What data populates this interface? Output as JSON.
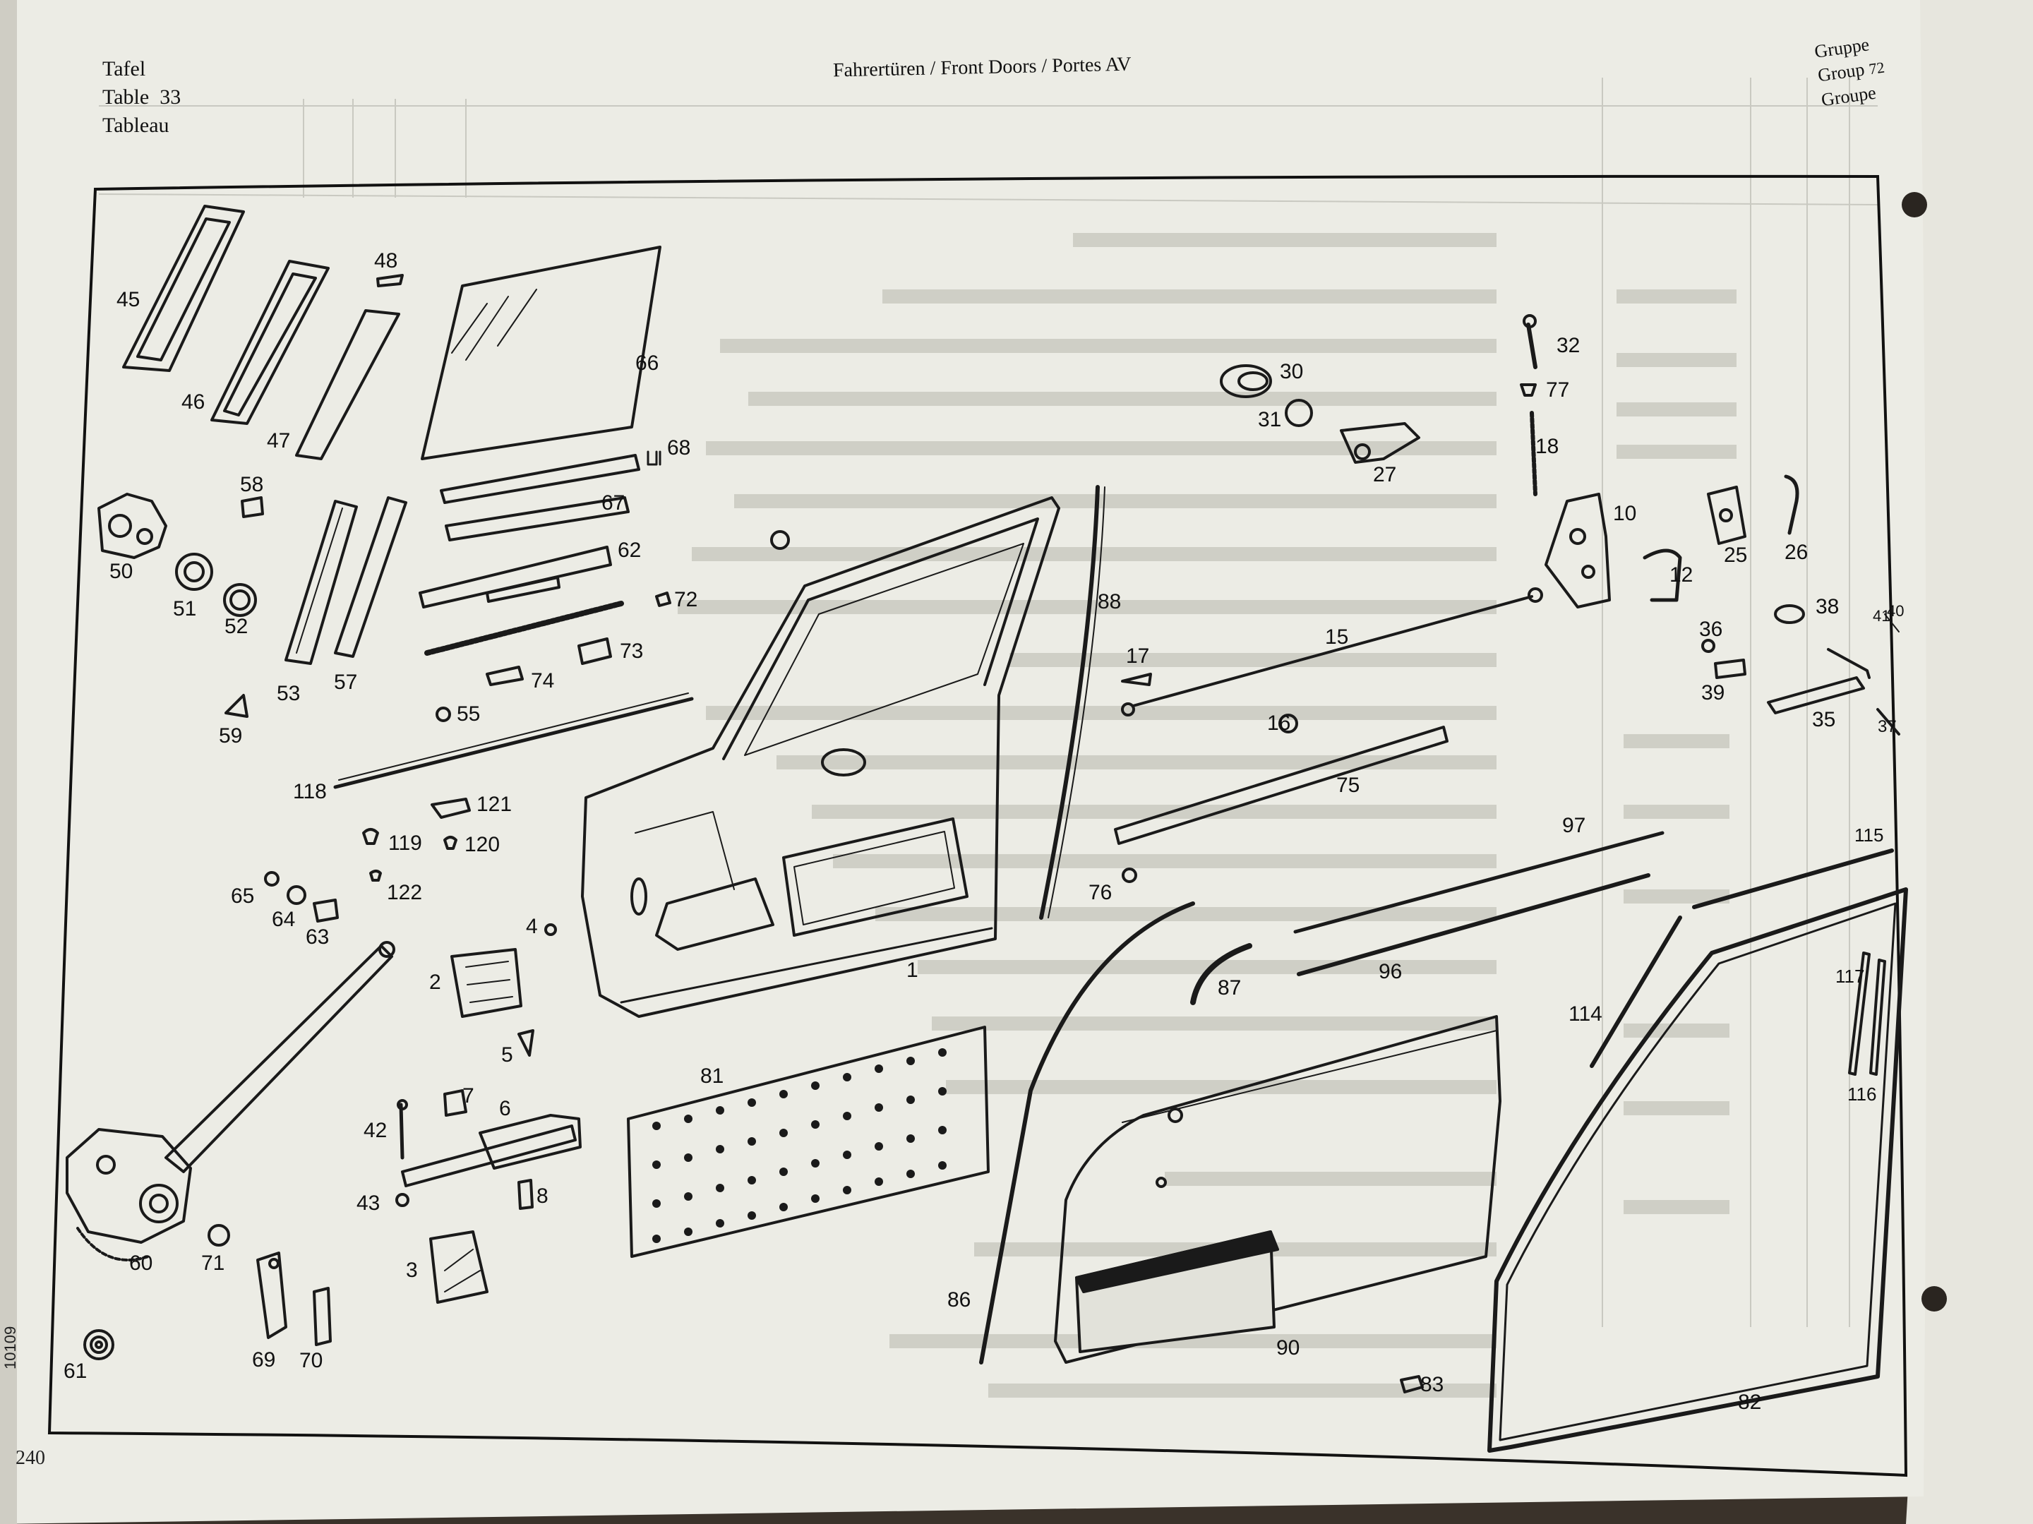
{
  "header": {
    "left": [
      "Tafel",
      "Table",
      "Tableau"
    ],
    "table_number": "33",
    "title": "Fahrertüren / Front Doors / Portes AV",
    "right": [
      "Gruppe",
      "Group",
      "Groupe"
    ],
    "group_number": "72"
  },
  "footer": {
    "page_number": "240",
    "side_code": "10109"
  },
  "diagram_labels": [
    {
      "id": "45"
    },
    {
      "id": "46"
    },
    {
      "id": "47"
    },
    {
      "id": "48"
    },
    {
      "id": "66"
    },
    {
      "id": "68"
    },
    {
      "id": "67"
    },
    {
      "id": "62"
    },
    {
      "id": "72"
    },
    {
      "id": "73"
    },
    {
      "id": "74"
    },
    {
      "id": "55"
    },
    {
      "id": "58"
    },
    {
      "id": "50"
    },
    {
      "id": "51"
    },
    {
      "id": "52"
    },
    {
      "id": "53"
    },
    {
      "id": "57"
    },
    {
      "id": "59"
    },
    {
      "id": "118"
    },
    {
      "id": "121"
    },
    {
      "id": "119"
    },
    {
      "id": "120"
    },
    {
      "id": "122"
    },
    {
      "id": "65"
    },
    {
      "id": "64"
    },
    {
      "id": "63"
    },
    {
      "id": "2"
    },
    {
      "id": "4"
    },
    {
      "id": "5"
    },
    {
      "id": "7"
    },
    {
      "id": "6"
    },
    {
      "id": "42"
    },
    {
      "id": "43"
    },
    {
      "id": "8"
    },
    {
      "id": "3"
    },
    {
      "id": "60"
    },
    {
      "id": "71"
    },
    {
      "id": "69"
    },
    {
      "id": "70"
    },
    {
      "id": "61"
    },
    {
      "id": "81"
    },
    {
      "id": "1"
    },
    {
      "id": "88"
    },
    {
      "id": "17"
    },
    {
      "id": "16"
    },
    {
      "id": "15"
    },
    {
      "id": "75"
    },
    {
      "id": "76"
    },
    {
      "id": "87"
    },
    {
      "id": "86"
    },
    {
      "id": "90"
    },
    {
      "id": "83"
    },
    {
      "id": "96"
    },
    {
      "id": "97"
    },
    {
      "id": "114"
    },
    {
      "id": "115"
    },
    {
      "id": "117"
    },
    {
      "id": "116"
    },
    {
      "id": "82"
    },
    {
      "id": "30"
    },
    {
      "id": "31"
    },
    {
      "id": "27"
    },
    {
      "id": "32"
    },
    {
      "id": "77"
    },
    {
      "id": "18"
    },
    {
      "id": "10"
    },
    {
      "id": "12"
    },
    {
      "id": "25"
    },
    {
      "id": "26"
    },
    {
      "id": "38"
    },
    {
      "id": "41"
    },
    {
      "id": "40"
    },
    {
      "id": "36"
    },
    {
      "id": "39"
    },
    {
      "id": "35"
    },
    {
      "id": "37"
    }
  ]
}
